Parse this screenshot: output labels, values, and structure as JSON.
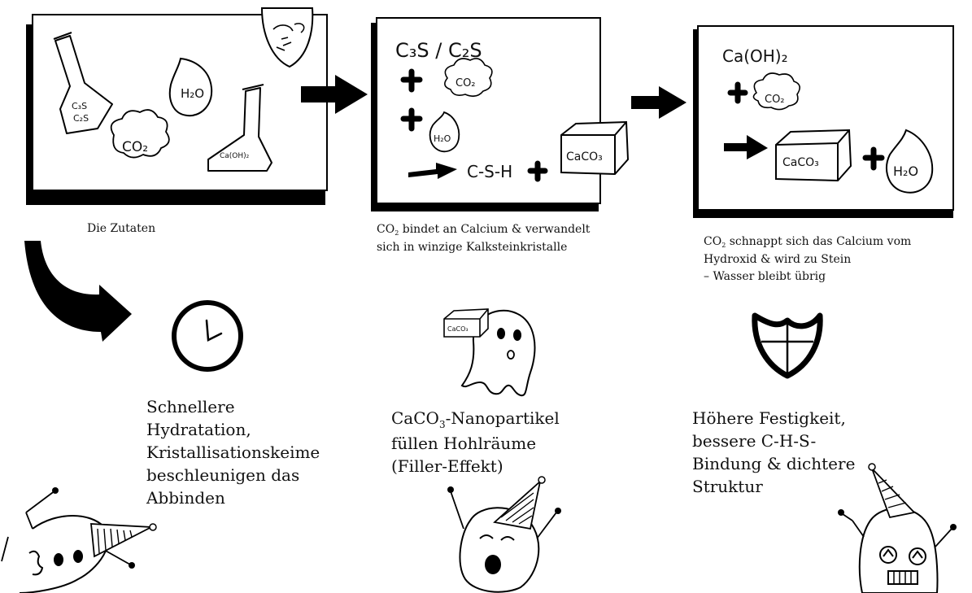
{
  "panel1": {
    "caption": "Die Zutaten",
    "flask1_text": [
      "C₃S",
      "C₂S"
    ],
    "drop_text": "H₂O",
    "cloud_text": "CO₂",
    "flask2_text": "Ca(OH)₂"
  },
  "panel2": {
    "formula": "C₃S / C₂S",
    "cloud_text": "CO₂",
    "drop_text": "H₂O",
    "product": "C-S-H",
    "cube_text": "CaCO₃",
    "caption_co": "CO",
    "caption_sub": "2",
    "caption_line1_rest": " bindet an Calcium & verwandelt",
    "caption_line2": "sich in winzige Kalksteinkristalle"
  },
  "panel3": {
    "formula": "Ca(OH)₂",
    "cloud_text": "CO₂",
    "cube_text": "CaCO₃",
    "drop_text": "H₂O",
    "caption_co": "CO",
    "caption_sub": "2",
    "caption_line1_rest": " schnappt sich das Calcium vom",
    "caption_line2": "Hydroxid & wird zu Stein",
    "caption_line3": "– Wasser bleibt übrig"
  },
  "effects": {
    "clock": {
      "lines": [
        "Schnellere",
        "Hydratation,",
        "Kristallisationskeime",
        "beschleunigen das",
        "Abbinden"
      ]
    },
    "ghost": {
      "cube_text": "CaCO₃",
      "line1_prefix": "CaCO",
      "line1_sub": "3",
      "line1_suffix": "-Nanopartikel",
      "line2": "füllen Hohlräume",
      "line3": "(Filler-Effekt)"
    },
    "shield": {
      "lines": [
        "Höhere Festigkeit,",
        "bessere C-H-S-",
        "Bindung & dichtere",
        "Struktur"
      ]
    }
  }
}
